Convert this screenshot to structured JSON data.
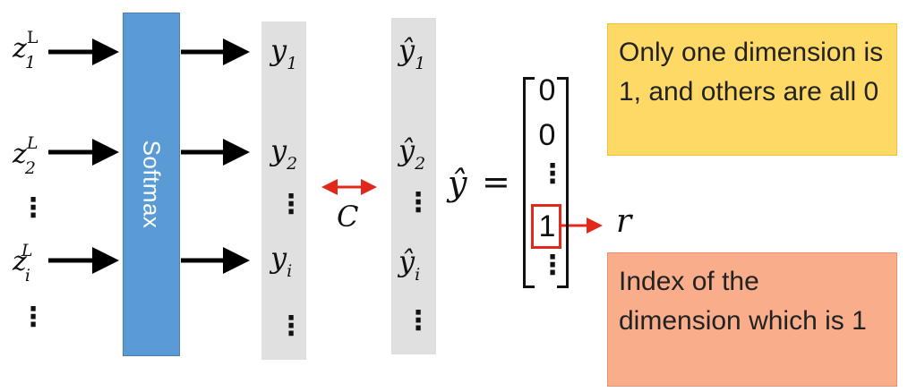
{
  "inputs": {
    "z1": {
      "base": "z",
      "sub": "1",
      "sup": "L"
    },
    "z2": {
      "base": "z",
      "sub": "2",
      "sup": "L"
    },
    "zi": {
      "base": "z",
      "sub": "i",
      "sup": "L"
    },
    "dots": "⋮"
  },
  "softmax": {
    "label": "Softmax",
    "color": "#5b9bd5"
  },
  "outputs": {
    "y1": {
      "base": "y",
      "sub": "1"
    },
    "y2": {
      "base": "y",
      "sub": "2"
    },
    "yi": {
      "base": "y",
      "sub": "i"
    },
    "dots": "⋮"
  },
  "targets": {
    "yhat1": {
      "base": "ŷ",
      "sub": "1"
    },
    "yhat2": {
      "base": "ŷ",
      "sub": "2"
    },
    "yhati": {
      "base": "ŷ",
      "sub": "i"
    },
    "dots": "⋮"
  },
  "cross_entropy": {
    "label": "C",
    "color": "#e0291a"
  },
  "equation": {
    "lhs": "ŷ",
    "equals": "="
  },
  "vector": {
    "entries": [
      "0",
      "0",
      "⋮",
      "1",
      "⋮"
    ],
    "highlight_color": "#e0291a"
  },
  "index_label": "r",
  "callouts": {
    "one_hot": "Only one dimension is 1, and others are all 0",
    "index": "Index of the dimension which is 1"
  }
}
